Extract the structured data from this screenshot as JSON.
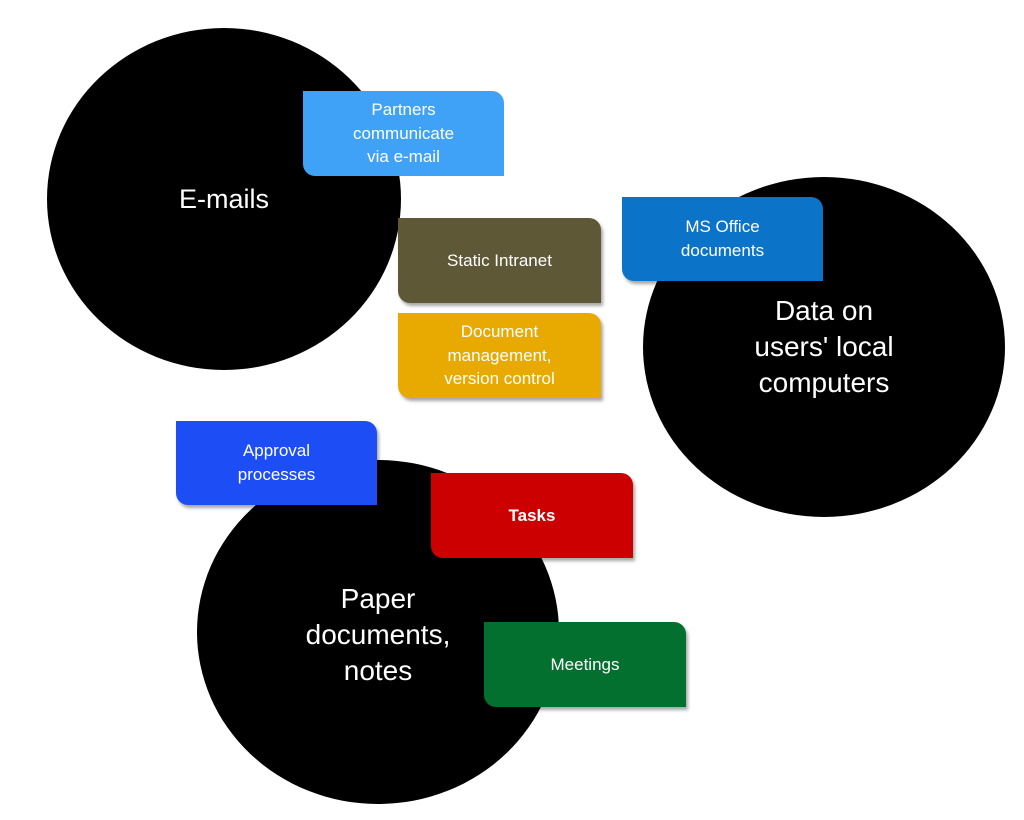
{
  "circles": {
    "emails": {
      "label": "E-mails"
    },
    "local_data": {
      "label": "Data on\nusers' local\ncomputers"
    },
    "paper": {
      "label": "Paper\ndocuments,\nnotes"
    }
  },
  "boxes": {
    "partners": {
      "label": "Partners\ncommunicate\nvia e-mail",
      "color": "#3fa2f7"
    },
    "intranet": {
      "label": "Static Intranet",
      "color": "#5f5837"
    },
    "ms_office": {
      "label": "MS Office\ndocuments",
      "color": "#0b73c8"
    },
    "doc_mgmt": {
      "label": "Document\nmanagement,\nversion control",
      "color": "#e8aa00"
    },
    "approval": {
      "label": "Approval\nprocesses",
      "color": "#1d4ef5"
    },
    "tasks": {
      "label": "Tasks",
      "color": "#cc0000"
    },
    "meetings": {
      "label": "Meetings",
      "color": "#03702f"
    }
  },
  "colors": {
    "circle_fill": "#000000",
    "text": "#ffffff",
    "background": "#ffffff"
  }
}
